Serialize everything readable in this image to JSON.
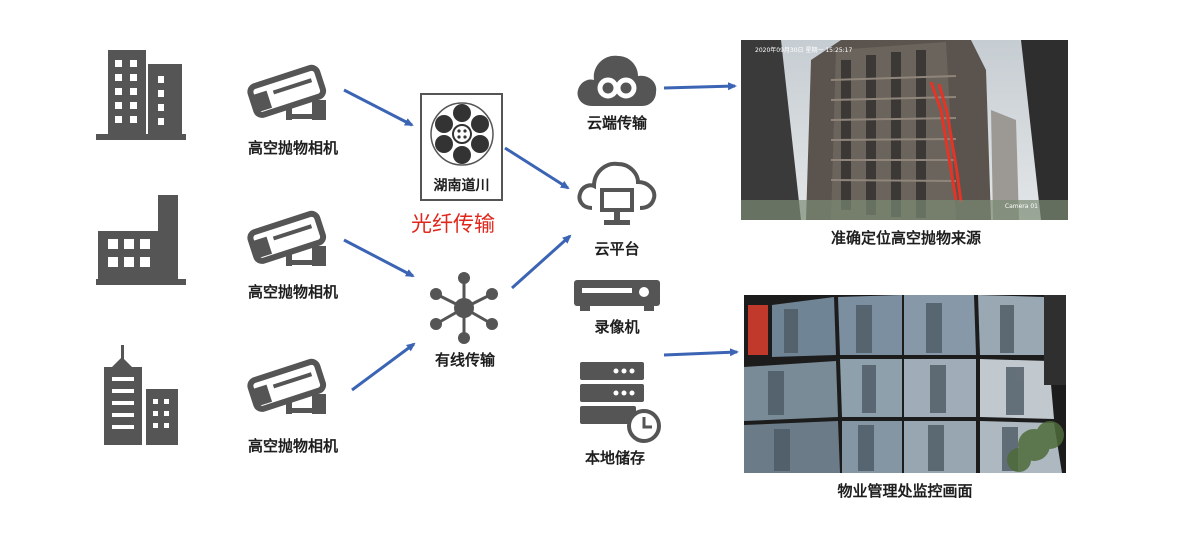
{
  "diagram": {
    "cameras": [
      {
        "label": "高空抛物相机"
      },
      {
        "label": "高空抛物相机"
      },
      {
        "label": "高空抛物相机"
      }
    ],
    "fiber": {
      "brand": "湖南道川",
      "label": "光纤传输"
    },
    "wired": {
      "label": "有线传输"
    },
    "cloud_transfer": {
      "label": "云端传输"
    },
    "cloud_platform": {
      "label": "云平台"
    },
    "recorder": {
      "label": "录像机"
    },
    "local_storage": {
      "label": "本地储存"
    },
    "photo_top": {
      "caption": "准确定位高空抛物来源",
      "overlay_text": "2020年09月30日 星期一 15:25:17",
      "camera_tag": "Camera 01"
    },
    "photo_bottom": {
      "caption": "物业管理处监控画面"
    },
    "colors": {
      "icon": "#555555",
      "arrow": "#3b64b4",
      "fiber_label": "#e0271c"
    }
  }
}
